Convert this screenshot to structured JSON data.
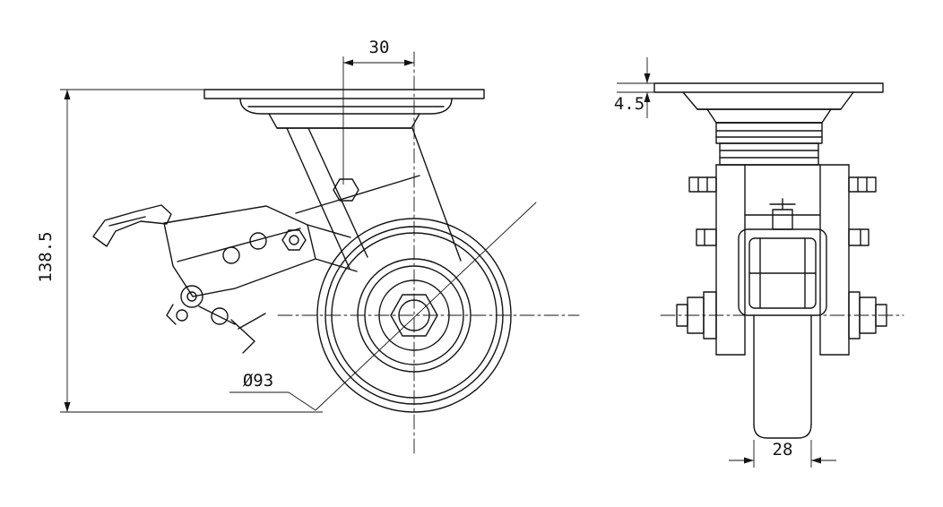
{
  "colors": {
    "background": "#ffffff",
    "line": "#141414"
  },
  "dimensions": {
    "top_offset": {
      "label": "30"
    },
    "overall_height": {
      "label": "138.5"
    },
    "wheel_diameter": {
      "label": "Ø93"
    },
    "plate_thickness": {
      "label": "4.5"
    },
    "wheel_width": {
      "label": "28"
    }
  }
}
